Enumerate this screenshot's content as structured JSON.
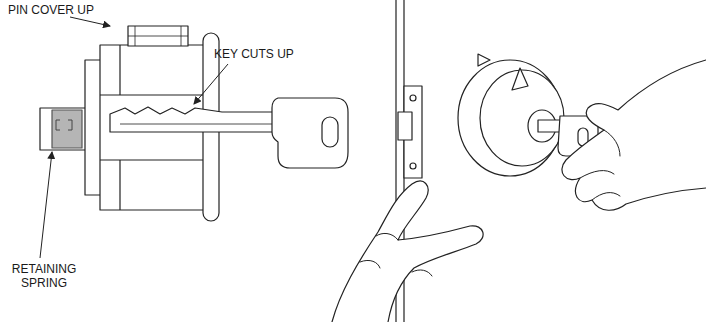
{
  "diagram": {
    "labels": [
      "PIN COVER UP",
      "KEY CUTS UP",
      "RETAINING SPRING"
    ]
  }
}
